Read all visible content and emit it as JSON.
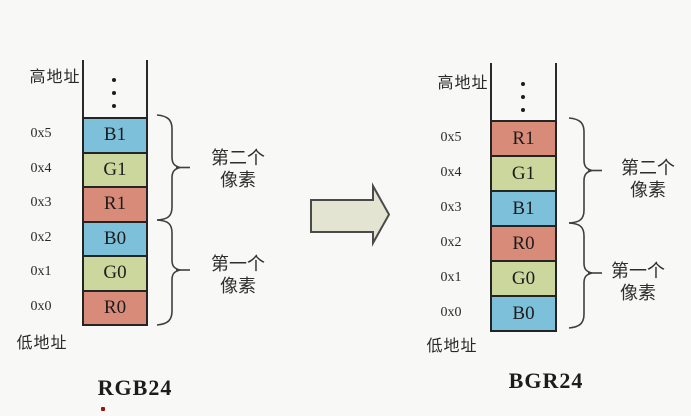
{
  "colors": {
    "background": "#f8f8f7",
    "cell_blue": "#7dc0da",
    "cell_green": "#cbd79c",
    "cell_red": "#d98b7a",
    "cell_border": "#242424",
    "arrow_fill": "#e3e5d2",
    "arrow_outline": "#4a4a4a",
    "brace_stroke": "#3f3f3f",
    "red_dot": "#9b1414"
  },
  "left_diagram": {
    "title": "RGB24",
    "high_address_label": "高地址",
    "low_address_label": "低地址",
    "addresses": [
      "0x5",
      "0x4",
      "0x3",
      "0x2",
      "0x1",
      "0x0"
    ],
    "cells": [
      {
        "label": "B1",
        "color": "#7dc0da"
      },
      {
        "label": "G1",
        "color": "#cbd79c"
      },
      {
        "label": "R1",
        "color": "#d98b7a"
      },
      {
        "label": "B0",
        "color": "#7dc0da"
      },
      {
        "label": "G0",
        "color": "#cbd79c"
      },
      {
        "label": "R0",
        "color": "#d98b7a"
      }
    ],
    "second_pixel_label": {
      "line1": "第二个",
      "line2": "像素"
    },
    "first_pixel_label": {
      "line1": "第一个",
      "line2": "像素"
    }
  },
  "right_diagram": {
    "title": "BGR24",
    "high_address_label": "高地址",
    "low_address_label": "低地址",
    "addresses": [
      "0x5",
      "0x4",
      "0x3",
      "0x2",
      "0x1",
      "0x0"
    ],
    "cells": [
      {
        "label": "R1",
        "color": "#d98b7a"
      },
      {
        "label": "G1",
        "color": "#cbd79c"
      },
      {
        "label": "B1",
        "color": "#7dc0da"
      },
      {
        "label": "R0",
        "color": "#d98b7a"
      },
      {
        "label": "G0",
        "color": "#cbd79c"
      },
      {
        "label": "B0",
        "color": "#7dc0da"
      }
    ],
    "second_pixel_label": {
      "line1": "第二个",
      "line2": "像素"
    },
    "first_pixel_label": {
      "line1": "第一个",
      "line2": "像素"
    }
  }
}
